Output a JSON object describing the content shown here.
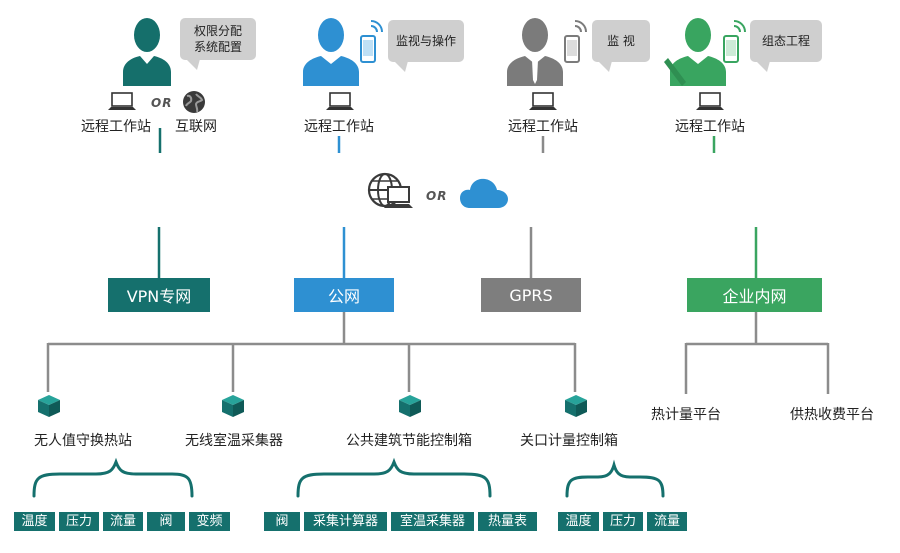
{
  "users": [
    {
      "bubble": "权限分配\n系统配置",
      "color": "#156f6b"
    },
    {
      "bubble": "监视与操作",
      "color": "#2e90d2"
    },
    {
      "bubble": "监 视",
      "color": "#7b7b7b"
    },
    {
      "bubble": "组态工程",
      "color": "#39a560"
    }
  ],
  "stations": {
    "s1": "远程工作站",
    "s1_or": "OR",
    "s1_alt": "互联网",
    "s2": "远程工作站",
    "s3": "远程工作站",
    "s4": "远程工作站"
  },
  "center_or": "OR",
  "networks": [
    {
      "label": "VPN专网",
      "color": "#15706d"
    },
    {
      "label": "公网",
      "color": "#2e90d2"
    },
    {
      "label": "GPRS",
      "color": "#7e7e7e"
    },
    {
      "label": "企业内网",
      "color": "#3aa560"
    }
  ],
  "devices": [
    {
      "label": "无人值守换热站"
    },
    {
      "label": "无线室温采集器"
    },
    {
      "label": "公共建筑节能控制箱"
    },
    {
      "label": "关口计量控制箱"
    }
  ],
  "platforms": [
    "热计量平台",
    "供热收费平台"
  ],
  "tag_groups": [
    [
      "温度",
      "压力",
      "流量",
      "阀",
      "变频"
    ],
    [
      "阀",
      "采集计算器",
      "室温采集器",
      "热量表"
    ],
    [
      "温度",
      "压力",
      "流量"
    ]
  ],
  "colors": {
    "teal": "#15706d",
    "blue": "#2e90d2",
    "gray": "#7e7e7e",
    "green": "#3aa560",
    "line_gray": "#8c8c8c"
  }
}
